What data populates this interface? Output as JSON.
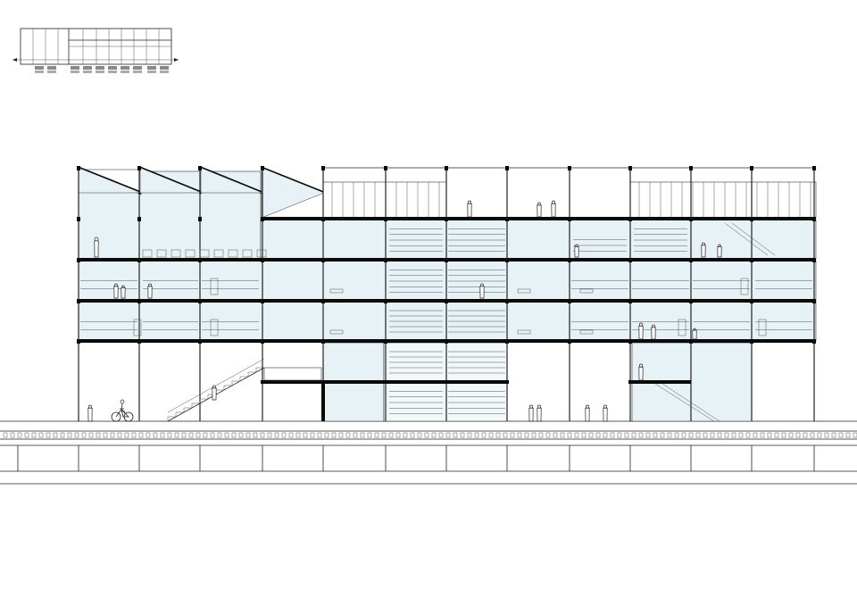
{
  "drawing": {
    "type": "architectural-section",
    "colors": {
      "line": "#222222",
      "slab": "#0a0a0a",
      "glazing": "#e6f2f5",
      "background": "#ffffff"
    },
    "key_plan": {
      "present": true,
      "bay_labels_legible": false
    },
    "levels": [
      "ground",
      "first",
      "second",
      "third",
      "roof"
    ],
    "bays": 12,
    "elements": [
      "sawtooth-roof",
      "external-stair",
      "bicycle",
      "people",
      "foundation-band",
      "ground-line"
    ]
  }
}
